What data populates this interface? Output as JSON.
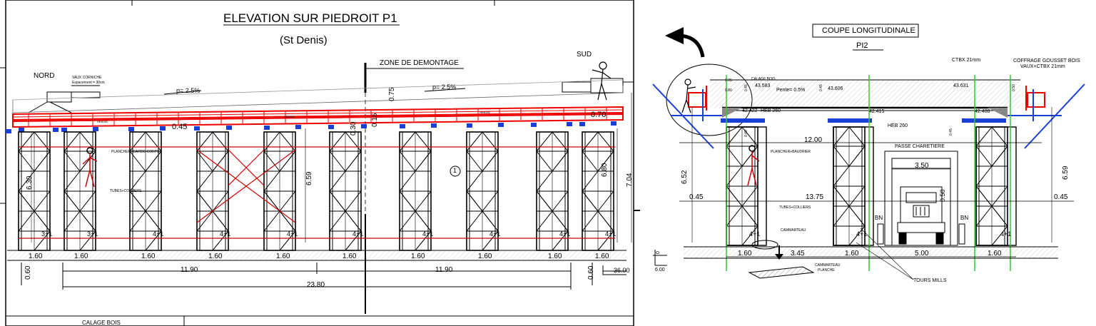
{
  "left_sheet": {
    "title": "ELEVATION SUR PIEDROIT P1",
    "subtitle": "(St Denis)",
    "zone_label": "ZONE DE DEMONTAGE",
    "nord": "NORD",
    "sud": "SUD",
    "corniche_note": "VAUX CORNICHE",
    "corniche_spacing": "Espacement = 30cm",
    "slope_left": "p= 2.5%",
    "slope_right": "p= 2.5%",
    "heb_labels": [
      "HEB260",
      "HEB260",
      "HEB260"
    ],
    "plancher_note": "PLANCHER+GARDE-CORPS",
    "tubes_note": "TUBES+COLLIERS",
    "circle_num": "1",
    "dims": {
      "d_045": "0.45",
      "d_030": "0.30",
      "d_075": "0.75",
      "d_070": "0.70",
      "d_015": "0.15",
      "d_630": "6.30",
      "d_659": "6.59",
      "d_680": "6.80",
      "d_704": "7.04",
      "d_060a": "0.60",
      "d_060b": "0.60",
      "d_3600": "36.00"
    },
    "tower_labels": [
      "3+1",
      "3+1",
      "4+1",
      "4+1",
      "4+1",
      "4+1",
      "4+1",
      "4+1",
      "4+1",
      "4+1"
    ],
    "spacings": [
      "1.60",
      "1.60",
      "1.60",
      "1.60",
      "1.60",
      "1.60",
      "1.60",
      "1.60",
      "1.60",
      "1.60"
    ],
    "span_left": "11.90",
    "span_right": "11.90",
    "span_total": "23.80",
    "title_block": "CALAGE BOIS"
  },
  "right_sheet": {
    "title": "COUPE LONGITUDINALE",
    "subtitle": "PI2",
    "ctbx": "CTBX 21mm",
    "coffrage_1": "COFFRAGE GOUSSET BOIS",
    "coffrage_2": "VAUX+CTBX 21mm",
    "calage": "CALAGE BOIS",
    "pente": "Pente= 0.5%",
    "heb_left": "HEB 260",
    "heb_right": "HEB 260",
    "elev": [
      "43.583",
      "43.606",
      "43.631",
      "42.422",
      "42.415",
      "42.408"
    ],
    "d_1200": "12.00",
    "d_1375": "13.75",
    "plancher": "PLANCHER+BAUDRIER",
    "passe": "PASSE CHARETIERE",
    "d_350": "3.50",
    "d_652": "6.52",
    "d_659": "6.59",
    "d_045_left": "0.45",
    "d_045_right": "0.45",
    "d_050": "0.50",
    "tubes": "TUBES+COLLIERS",
    "cammarteau": "CAMMARTEAU",
    "cammarteau_planche_1": "CAMMARTEAU",
    "cammarteau_planche_2": "PLANCHE",
    "bn_left": "BN",
    "bn_right": "BN",
    "tower_labels": [
      "4+1",
      "4+1",
      "4+1"
    ],
    "bottom_dims": [
      "1.60",
      "3.45",
      "1.60",
      "5.00",
      "1.60"
    ],
    "tours": "TOURS MILLS",
    "level_0": "0",
    "level_600": "6.00",
    "small_dims": [
      "0.05",
      "0.80",
      "0.45",
      "0.40",
      "0.45",
      "0.50",
      "0.45"
    ]
  }
}
